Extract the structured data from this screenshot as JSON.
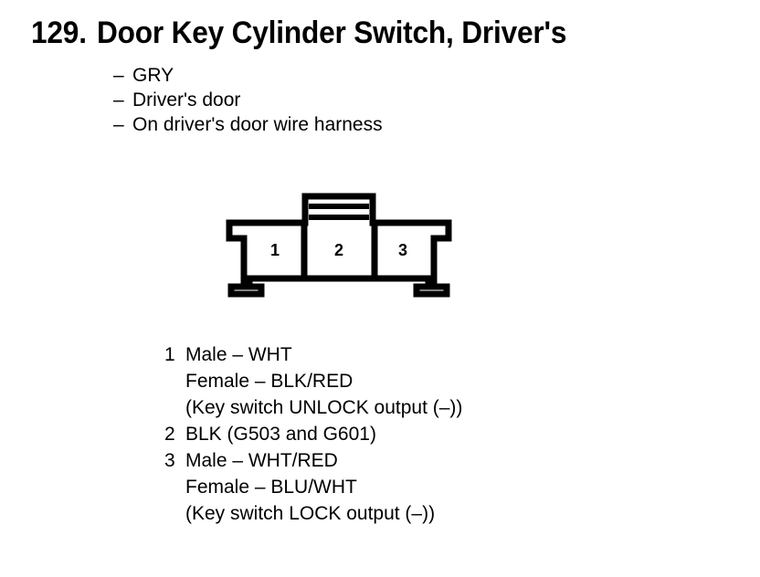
{
  "document": {
    "section_number": "129.",
    "title": "Door Key Cylinder Switch, Driver's",
    "bullet_dash": "–",
    "bullets": [
      {
        "dash": "–",
        "text": "GRY"
      },
      {
        "dash": "–",
        "text": "Driver's door"
      },
      {
        "dash": "–",
        "text": "On driver's door wire harness"
      }
    ]
  },
  "connector": {
    "label": "3-cavity connector front view",
    "cavity_count": 3,
    "pins": [
      {
        "number": "1"
      },
      {
        "number": "2"
      },
      {
        "number": "3"
      }
    ],
    "tab_ribs": 2,
    "stroke_color": "#000000",
    "fill_color": "#ffffff"
  },
  "pin_legend": [
    {
      "index": "1",
      "lines": [
        "Male – WHT",
        "Female – BLK/RED",
        "(Key switch UNLOCK output (–))"
      ]
    },
    {
      "index": "2",
      "lines": [
        "BLK (G503 and G601)"
      ]
    },
    {
      "index": "3",
      "lines": [
        "Male – WHT/RED",
        "Female – BLU/WHT",
        "(Key switch LOCK output (–))"
      ]
    }
  ]
}
